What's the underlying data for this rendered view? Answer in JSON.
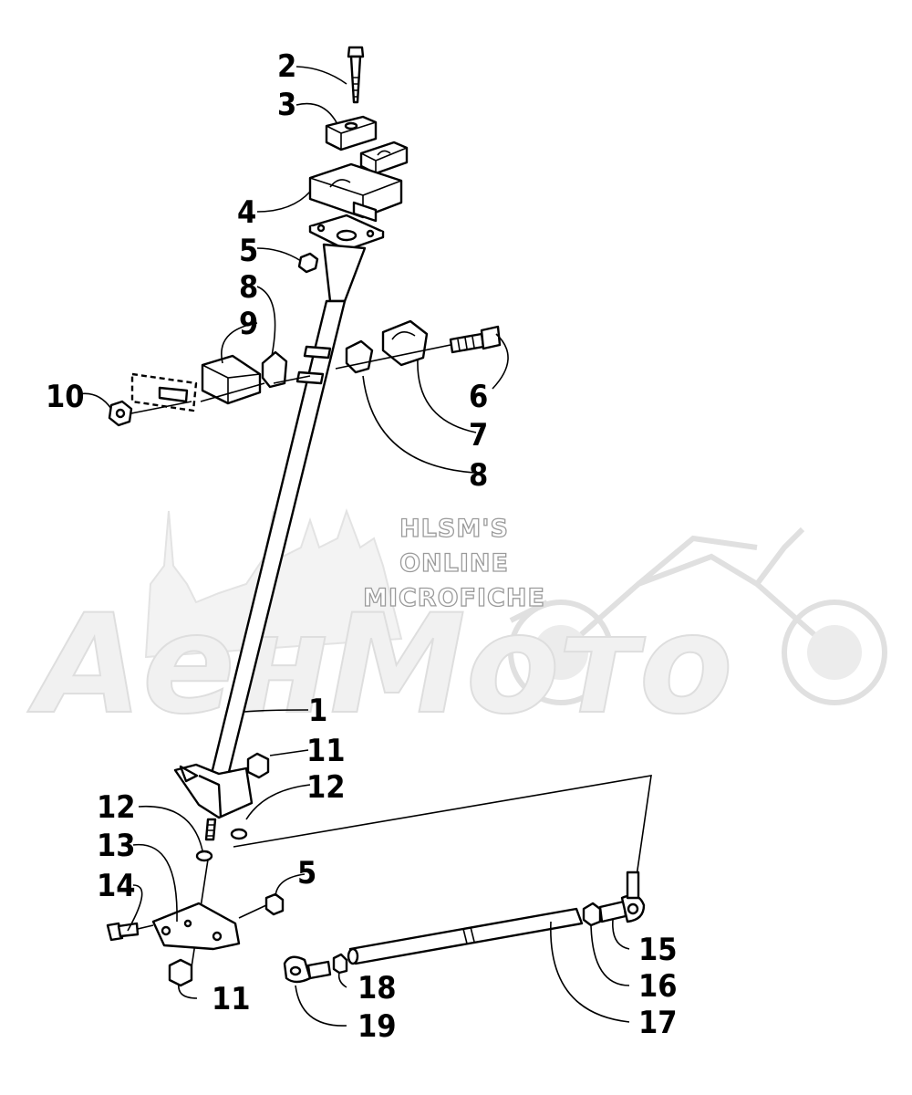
{
  "watermark": {
    "lines": [
      "HLSM'S",
      "ONLINE",
      "MICROFICHE"
    ],
    "brand": "АенМото"
  },
  "callouts": {
    "c2": "2",
    "c3": "3",
    "c4": "4",
    "c5a": "5",
    "c8a": "8",
    "c9": "9",
    "c10": "10",
    "c6": "6",
    "c7": "7",
    "c8b": "8",
    "c1": "1",
    "c11a": "11",
    "c12a": "12",
    "c12b": "12",
    "c13": "13",
    "c14": "14",
    "c5b": "5",
    "c11b": "11",
    "c15": "15",
    "c16": "16",
    "c17": "17",
    "c18": "18",
    "c19": "19"
  }
}
